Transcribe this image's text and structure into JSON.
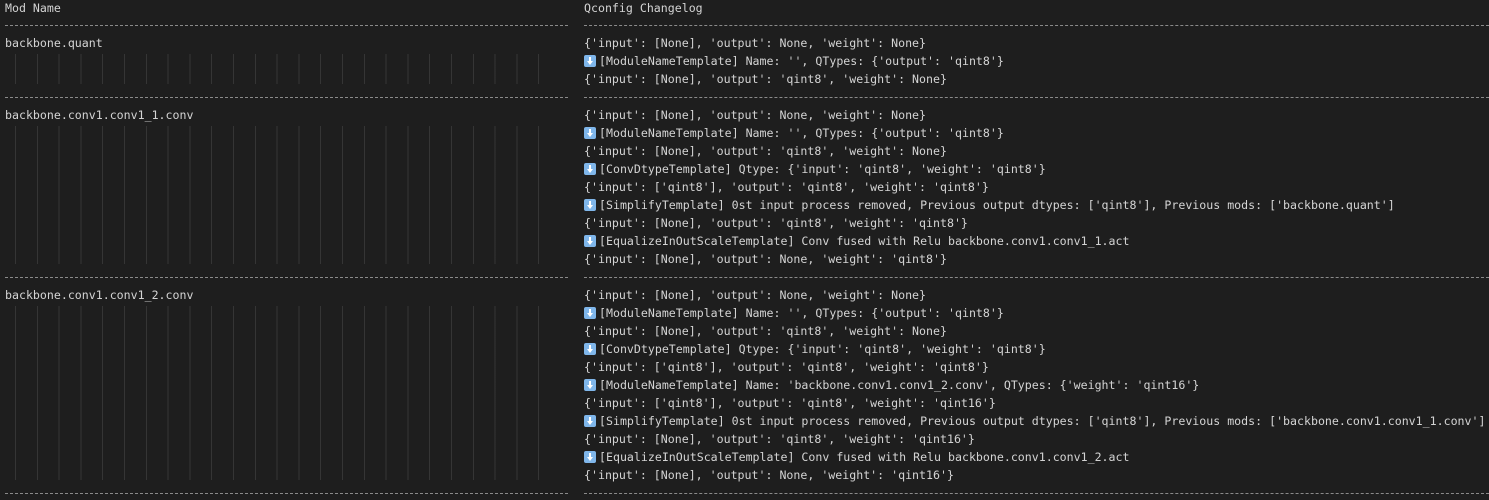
{
  "header": {
    "col_mod_name": "Mod Name",
    "col_changelog": "Qconfig Changelog"
  },
  "rows": [
    {
      "mod_name": "backbone.quant",
      "changelog": [
        {
          "icon": false,
          "text": "{'input': [None], 'output': None, 'weight': None}"
        },
        {
          "icon": true,
          "text": "[ModuleNameTemplate] Name: '', QTypes: {'output': 'qint8'}"
        },
        {
          "icon": false,
          "text": "{'input': [None], 'output': 'qint8', 'weight': None}"
        }
      ]
    },
    {
      "mod_name": "backbone.conv1.conv1_1.conv",
      "changelog": [
        {
          "icon": false,
          "text": "{'input': [None], 'output': None, 'weight': None}"
        },
        {
          "icon": true,
          "text": "[ModuleNameTemplate] Name: '', QTypes: {'output': 'qint8'}"
        },
        {
          "icon": false,
          "text": "{'input': [None], 'output': 'qint8', 'weight': None}"
        },
        {
          "icon": true,
          "text": "[ConvDtypeTemplate] Qtype: {'input': 'qint8', 'weight': 'qint8'}"
        },
        {
          "icon": false,
          "text": "{'input': ['qint8'], 'output': 'qint8', 'weight': 'qint8'}"
        },
        {
          "icon": true,
          "text": "[SimplifyTemplate] 0st input process removed, Previous output dtypes: ['qint8'], Previous mods: ['backbone.quant']"
        },
        {
          "icon": false,
          "text": "{'input': [None], 'output': 'qint8', 'weight': 'qint8'}"
        },
        {
          "icon": true,
          "text": "[EqualizeInOutScaleTemplate] Conv fused with Relu backbone.conv1.conv1_1.act"
        },
        {
          "icon": false,
          "text": "{'input': [None], 'output': None, 'weight': 'qint8'}"
        }
      ]
    },
    {
      "mod_name": "backbone.conv1.conv1_2.conv",
      "changelog": [
        {
          "icon": false,
          "text": "{'input': [None], 'output': None, 'weight': None}"
        },
        {
          "icon": true,
          "text": "[ModuleNameTemplate] Name: '', QTypes: {'output': 'qint8'}"
        },
        {
          "icon": false,
          "text": "{'input': [None], 'output': 'qint8', 'weight': None}"
        },
        {
          "icon": true,
          "text": "[ConvDtypeTemplate] Qtype: {'input': 'qint8', 'weight': 'qint8'}"
        },
        {
          "icon": false,
          "text": "{'input': ['qint8'], 'output': 'qint8', 'weight': 'qint8'}"
        },
        {
          "icon": true,
          "text": "[ModuleNameTemplate] Name: 'backbone.conv1.conv1_2.conv', QTypes: {'weight': 'qint16'}"
        },
        {
          "icon": false,
          "text": "{'input': ['qint8'], 'output': 'qint8', 'weight': 'qint16'}"
        },
        {
          "icon": true,
          "text": "[SimplifyTemplate] 0st input process removed, Previous output dtypes: ['qint8'], Previous mods: ['backbone.conv1.conv1_1.conv']"
        },
        {
          "icon": false,
          "text": "{'input': [None], 'output': 'qint8', 'weight': 'qint16'}"
        },
        {
          "icon": true,
          "text": "[EqualizeInOutScaleTemplate] Conv fused with Relu backbone.conv1.conv1_2.act"
        },
        {
          "icon": false,
          "text": "{'input': [None], 'output': None, 'weight': 'qint16'}"
        }
      ]
    }
  ],
  "icon_name": "down-arrow-icon",
  "colors": {
    "background": "#1e1e1e",
    "text": "#d4d4d4",
    "separator": "#8a8a8a",
    "icon": "#7fb6ea"
  }
}
